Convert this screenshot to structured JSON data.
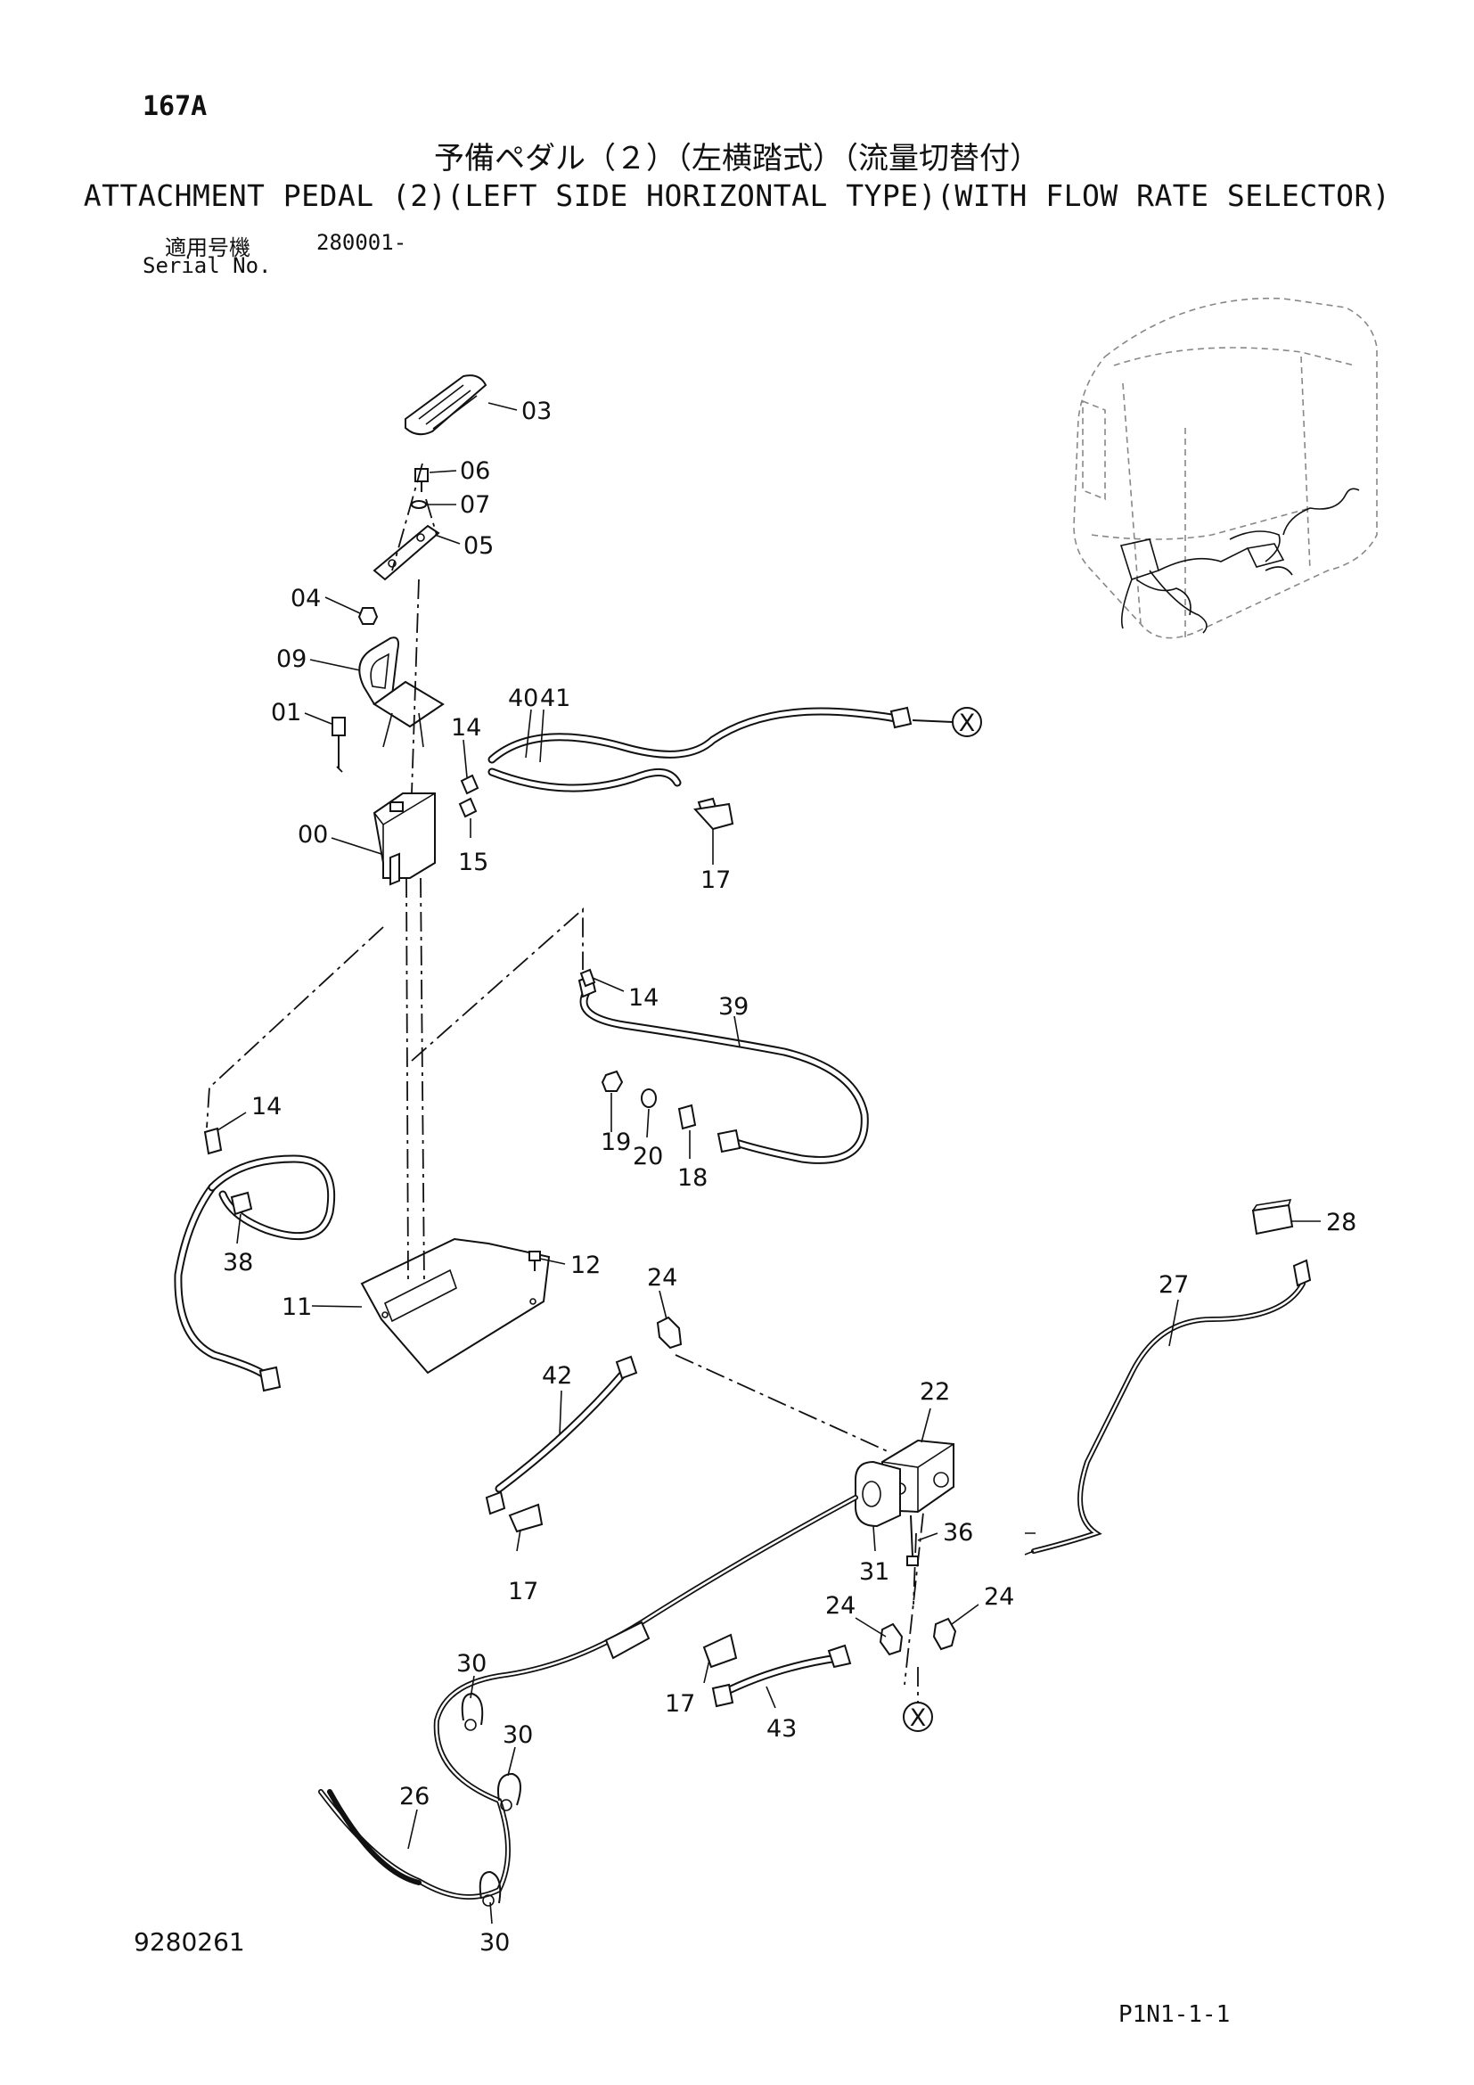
{
  "header": {
    "page_code": "167A",
    "title_jp": "予備ペダル（２）（左横踏式）（流量切替付）",
    "title_en": "ATTACHMENT PEDAL (2)(LEFT SIDE HORIZONTAL TYPE)(WITH FLOW RATE SELECTOR)",
    "serial_label_jp": "適用号機",
    "serial_number": "280001-",
    "serial_label_en": "Serial No."
  },
  "callouts": {
    "p00": "00",
    "p01": "01",
    "p03": "03",
    "p04": "04",
    "p05": "05",
    "p06": "06",
    "p07": "07",
    "p09": "09",
    "p11": "11",
    "p12": "12",
    "p14a": "14",
    "p14b": "14",
    "p14c": "14",
    "p15": "15",
    "p17a": "17",
    "p17b": "17",
    "p17c": "17",
    "p18": "18",
    "p19": "19",
    "p20": "20",
    "p22": "22",
    "p24a": "24",
    "p24b": "24",
    "p24c": "24",
    "p26": "26",
    "p27": "27",
    "p28": "28",
    "p30a": "30",
    "p30b": "30",
    "p30c": "30",
    "p31": "31",
    "p36": "36",
    "p38": "38",
    "p39": "39",
    "p40": "40",
    "p41": "41",
    "p42": "42",
    "p43": "43",
    "conn_x1": "X",
    "conn_x2": "X"
  },
  "footer": {
    "drawing_number": "9280261",
    "page_ref": "P1N1-1-1"
  }
}
